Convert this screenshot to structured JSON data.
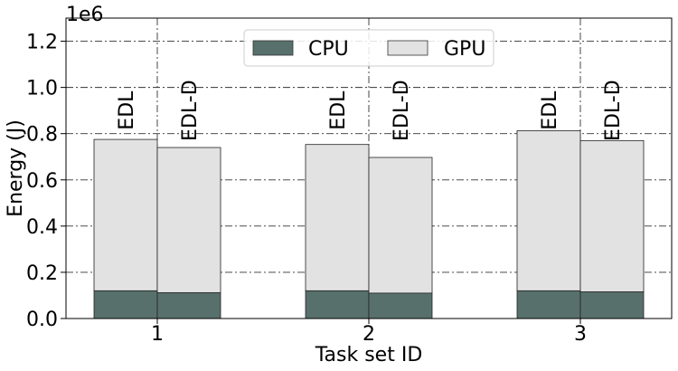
{
  "chart_data": {
    "type": "bar",
    "stacked": true,
    "x_scale_label": "1e6",
    "xlabel": "Task set ID",
    "ylabel": "Energy (J)",
    "ylim": [
      0,
      1.3
    ],
    "yticks": [
      "0.0",
      "0.2",
      "0.4",
      "0.6",
      "0.8",
      "1.0",
      "1.2"
    ],
    "ytick_values": [
      0.0,
      0.2,
      0.4,
      0.6,
      0.8,
      1.0,
      1.2
    ],
    "grid": true,
    "legend_position": "top-center",
    "groups": [
      {
        "label": "1",
        "bars": [
          {
            "label": "EDL",
            "cpu": 0.12,
            "gpu": 0.655
          },
          {
            "label": "EDL-D",
            "cpu": 0.112,
            "gpu": 0.628
          }
        ]
      },
      {
        "label": "2",
        "bars": [
          {
            "label": "EDL",
            "cpu": 0.12,
            "gpu": 0.633
          },
          {
            "label": "EDL-D",
            "cpu": 0.11,
            "gpu": 0.587
          }
        ]
      },
      {
        "label": "3",
        "bars": [
          {
            "label": "EDL",
            "cpu": 0.12,
            "gpu": 0.693
          },
          {
            "label": "EDL-D",
            "cpu": 0.115,
            "gpu": 0.655
          }
        ]
      }
    ],
    "series": [
      {
        "name": "CPU",
        "color": "#58706c"
      },
      {
        "name": "GPU",
        "color": "#e2e2e2"
      }
    ]
  }
}
